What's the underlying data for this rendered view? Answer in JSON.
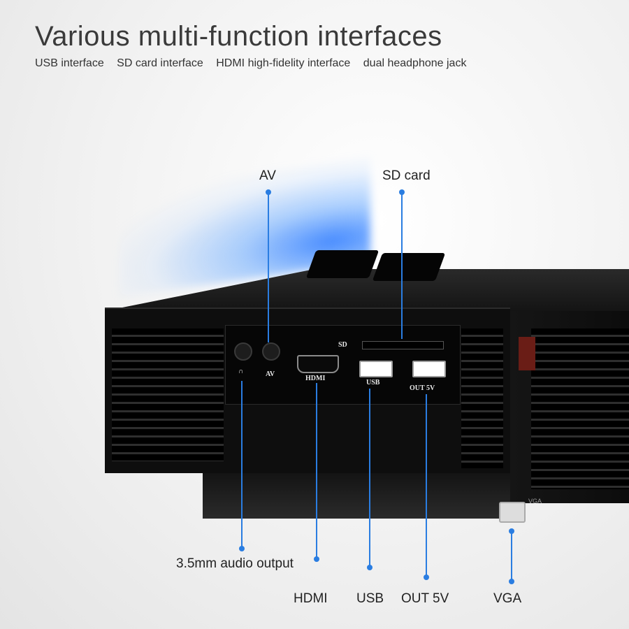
{
  "header": {
    "title": "Various multi-function interfaces",
    "features": [
      "USB interface",
      "SD card interface",
      "HDMI high-fidelity interface",
      "dual headphone jack"
    ]
  },
  "callouts": {
    "av": "AV",
    "sd_card": "SD card",
    "audio_output": "3.5mm audio output",
    "hdmi": "HDMI",
    "usb": "USB",
    "out5v": "OUT 5V",
    "vga": "VGA"
  },
  "port_labels": {
    "headphone": "∩",
    "av": "AV",
    "hdmi": "HDMI",
    "usb": "USB",
    "out5v": "OUT 5V",
    "sd": "SD",
    "vga": "VGA"
  },
  "colors": {
    "callout_line": "#2a7de1",
    "projector_body": "#0e0e0e",
    "light_beam": "#2878ff"
  }
}
